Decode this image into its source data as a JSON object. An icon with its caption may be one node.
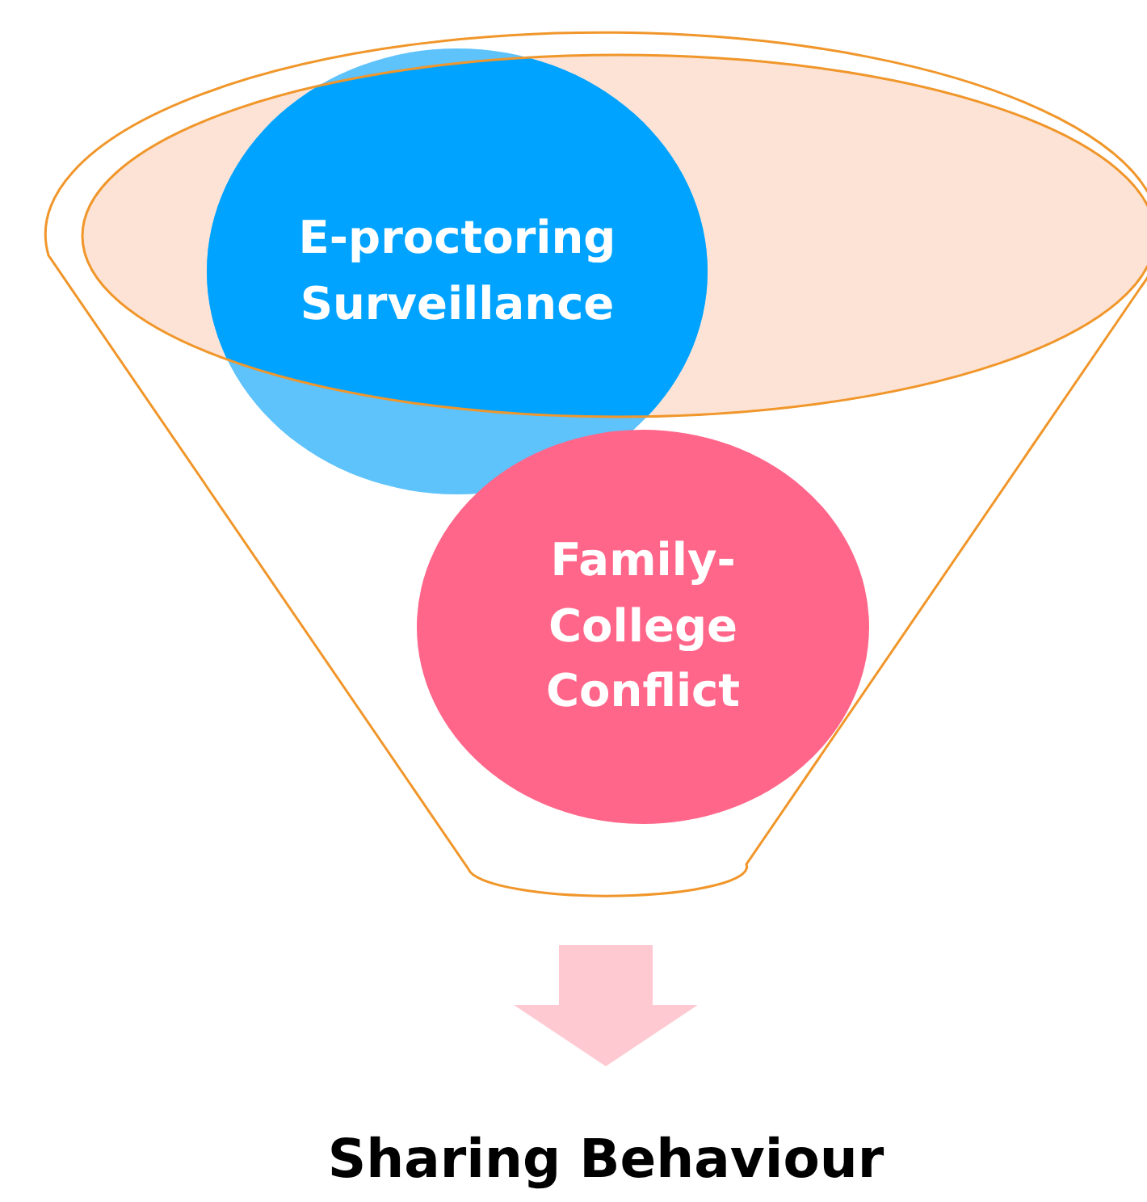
{
  "diagram": {
    "nodes": [
      {
        "text": [],
        "shape": "funnel"
      },
      {
        "text": [
          "E-proctoring Surveillance"
        ],
        "in": 0
      },
      {
        "text": [
          "Family-College Conflict"
        ],
        "in": 0
      },
      {
        "text": [
          "Sharing Behaviour"
        ]
      }
    ],
    "edges": [
      {
        "from": 0,
        "to": 3,
        "arrow": "to"
      }
    ]
  }
}
